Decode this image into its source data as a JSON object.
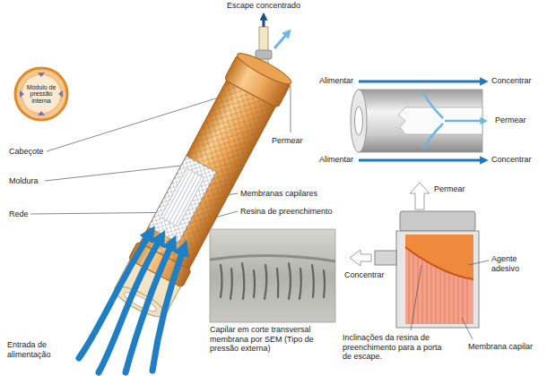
{
  "diagram": {
    "nodes": [
      {
        "text": [
          "Módulo de pressão interna"
        ]
      }
    ],
    "labels": [
      "Escape concentrado",
      "Permear",
      "Alimentar",
      "Concentrar",
      "Permear",
      "Alimentar",
      "Concentrar",
      "Cabeçote",
      "Moldura",
      "Rede",
      "Membranas capilares",
      "Resina de preenchimento",
      "Permear",
      "Concentrar",
      "Agente adesivo",
      "Entrada de alimentação",
      "Capilar em corte transversal membrana por SEM (Tipo de pressão externa)",
      "Inclinações da resina de preenchimento para a porta de escape.",
      "Membrana capilar"
    ]
  }
}
